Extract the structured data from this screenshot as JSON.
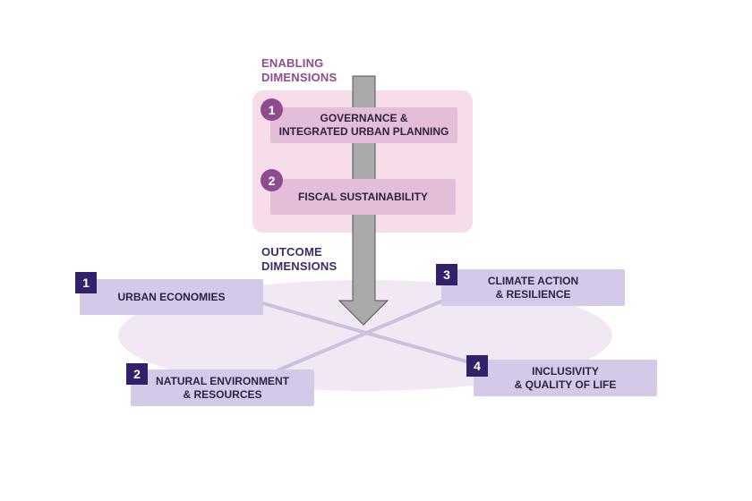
{
  "headings": {
    "enabling": "ENABLING\nDIMENSIONS",
    "outcome": "OUTCOME\nDIMENSIONS"
  },
  "enabling_dimensions": [
    {
      "number": "1",
      "label": "GOVERNANCE &\nINTEGRATED URBAN PLANNING"
    },
    {
      "number": "2",
      "label": "FISCAL SUSTAINABILITY"
    }
  ],
  "outcome_dimensions": [
    {
      "number": "1",
      "label": "URBAN ECONOMIES"
    },
    {
      "number": "2",
      "label": "NATURAL ENVIRONMENT\n& RESOURCES"
    },
    {
      "number": "3",
      "label": "CLIMATE ACTION\n& RESILIENCE"
    },
    {
      "number": "4",
      "label": "INCLUSIVITY\n& QUALITY OF LIFE"
    }
  ],
  "colors": {
    "enabling_accent": "#8e4b8f",
    "enabling_panel": "#f7dcea",
    "enabling_box": "#e4bdd8",
    "outcome_accent": "#33206a",
    "outcome_box": "#d4c9e7",
    "ellipse": "#f1e8f3",
    "arrow": "#a9a9a9"
  }
}
